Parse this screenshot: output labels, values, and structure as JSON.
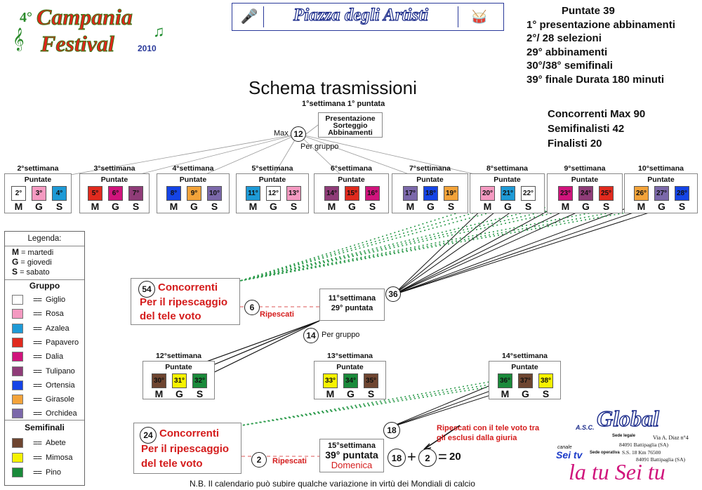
{
  "header": {
    "festival_number": "4°",
    "festival_line1": "Campania",
    "festival_line2": "Festival",
    "festival_year": "2010",
    "banner_title": "Piazza degli Artisti"
  },
  "info": {
    "lines": [
      "Puntate 39",
      "1° presentazione abbinamenti",
      "2°/ 28 selezioni",
      "29°  abbinamenti",
      "30°/38°  semifinali",
      "39°  finale  Durata 180 minuti"
    ],
    "competitors": [
      "Concorrenti Max 90",
      "Semifinalisti 42",
      "Finalisti 20"
    ]
  },
  "schema_title": "Schema trasmissioni",
  "week1": {
    "title": "1°settimana 1° puntata",
    "box_lines": [
      "Presentazione",
      "Sorteggio",
      "Abbinamenti"
    ],
    "max_label": "Max",
    "max_value": "12",
    "per_gruppo": "Per gruppo"
  },
  "puntate_label": "Puntate",
  "days": [
    "M",
    "G",
    "S"
  ],
  "weeks": [
    {
      "title": "2°settimana",
      "cells": [
        {
          "n": "2°",
          "c": "#ffffff"
        },
        {
          "n": "3°",
          "c": "#f49ac1"
        },
        {
          "n": "4°",
          "c": "#1e9ad6"
        }
      ]
    },
    {
      "title": "3°settimana",
      "cells": [
        {
          "n": "5°",
          "c": "#e02a1e"
        },
        {
          "n": "6°",
          "c": "#d0147c"
        },
        {
          "n": "7°",
          "c": "#8f3c78"
        }
      ]
    },
    {
      "title": "4°settimana",
      "cells": [
        {
          "n": "8°",
          "c": "#1544e6"
        },
        {
          "n": "9°",
          "c": "#f3a33a"
        },
        {
          "n": "10°",
          "c": "#7b68aa"
        }
      ]
    },
    {
      "title": "5°settimana",
      "cells": [
        {
          "n": "11°",
          "c": "#1e9ad6"
        },
        {
          "n": "12°",
          "c": "#ffffff"
        },
        {
          "n": "13°",
          "c": "#f49ac1"
        }
      ]
    },
    {
      "title": "6°settimana",
      "cells": [
        {
          "n": "14°",
          "c": "#8f3c78"
        },
        {
          "n": "15°",
          "c": "#e02a1e"
        },
        {
          "n": "16°",
          "c": "#d0147c"
        }
      ]
    },
    {
      "title": "7°settimana",
      "cells": [
        {
          "n": "17°",
          "c": "#7b68aa"
        },
        {
          "n": "18°",
          "c": "#1544e6"
        },
        {
          "n": "19°",
          "c": "#f3a33a"
        }
      ]
    },
    {
      "title": "8°settimana",
      "cells": [
        {
          "n": "20°",
          "c": "#f49ac1"
        },
        {
          "n": "21°",
          "c": "#1e9ad6"
        },
        {
          "n": "22°",
          "c": "#ffffff"
        }
      ]
    },
    {
      "title": "9°settimana",
      "cells": [
        {
          "n": "23°",
          "c": "#d0147c"
        },
        {
          "n": "24°",
          "c": "#8f3c78"
        },
        {
          "n": "25°",
          "c": "#e02a1e"
        }
      ]
    },
    {
      "title": "10°settimana",
      "cells": [
        {
          "n": "26°",
          "c": "#f3a33a"
        },
        {
          "n": "27°",
          "c": "#7b68aa"
        },
        {
          "n": "28°",
          "c": "#1544e6"
        }
      ]
    }
  ],
  "semi_weeks": [
    {
      "title": "12°settimana",
      "cells": [
        {
          "n": "30°",
          "c": "#6e4530"
        },
        {
          "n": "31°",
          "c": "#f6f200"
        },
        {
          "n": "32°",
          "c": "#1a8a3a"
        }
      ]
    },
    {
      "title": "13°settimana",
      "cells": [
        {
          "n": "33°",
          "c": "#f6f200"
        },
        {
          "n": "34°",
          "c": "#1a8a3a"
        },
        {
          "n": "35°",
          "c": "#6e4530"
        }
      ]
    },
    {
      "title": "14°settimana",
      "cells": [
        {
          "n": "36°",
          "c": "#1a8a3a"
        },
        {
          "n": "37°",
          "c": "#6e4530"
        },
        {
          "n": "38°",
          "c": "#f6f200"
        }
      ]
    }
  ],
  "legend": {
    "title": "Legenda:",
    "days": [
      {
        "k": "M",
        "v": "= martedi"
      },
      {
        "k": "G",
        "v": "= giovedi"
      },
      {
        "k": "S",
        "v": "= sabato"
      }
    ],
    "gruppo_title": "Gruppo",
    "gruppo": [
      {
        "name": "Giglio",
        "c": "#ffffff"
      },
      {
        "name": "Rosa",
        "c": "#f49ac1"
      },
      {
        "name": "Azalea",
        "c": "#1e9ad6"
      },
      {
        "name": "Papavero",
        "c": "#e02a1e"
      },
      {
        "name": "Dalia",
        "c": "#d0147c"
      },
      {
        "name": "Tulipano",
        "c": "#8f3c78"
      },
      {
        "name": "Ortensia",
        "c": "#1544e6"
      },
      {
        "name": "Girasole",
        "c": "#f3a33a"
      },
      {
        "name": "Orchidea",
        "c": "#7b68aa"
      }
    ],
    "semi_title": "Semifinali",
    "semi": [
      {
        "name": "Abete",
        "c": "#6e4530"
      },
      {
        "name": "Mimosa",
        "c": "#f6f200"
      },
      {
        "name": "Pino",
        "c": "#1a8a3a"
      }
    ]
  },
  "ripescaggio1": {
    "num": "54",
    "lines": [
      "Concorrenti",
      "Per il ripescaggio",
      "del tele voto"
    ],
    "circle": "6",
    "label": "Ripescati"
  },
  "week11": {
    "title": "11°settimana",
    "sub": "29° puntata",
    "circle_in": "36",
    "circle_out": "14",
    "per_gruppo": "Per gruppo"
  },
  "ripescaggio2": {
    "num": "24",
    "lines": [
      "Concorrenti",
      "Per il ripescaggio",
      "del tele voto"
    ],
    "circle": "2",
    "label": "Ripescati"
  },
  "week15": {
    "title": "15°settimana",
    "sub": "39° puntata",
    "day": "Domenica",
    "circle_in": "18"
  },
  "equation": {
    "a": "18",
    "plus": "+",
    "b": "2",
    "eq": "=",
    "result": "20"
  },
  "ripescati_note": [
    "Ripescati con il tele voto  tra",
    "gli esclusi dalla giuria"
  ],
  "footer_note": "N.B. Il calendario può subire qualche variazione in virtù dei Mondiali di calcio",
  "sponsor": {
    "ase": "A.S.C.",
    "global": "Global",
    "sede_legale_label": "Sede legale",
    "sede_legale": "Via A. Diaz n°4",
    "sede_legale_city": "84091   Battipaglia (SA)",
    "canale_label": "canale",
    "sei_tv": "Sei tv",
    "sede_operativa_label": "Sede operativa",
    "sede_operativa": "S.S. 18 Km 76500",
    "sede_operativa_city": "84091 Battipaglia (SA)",
    "slogan": "la tu Sei tu"
  }
}
